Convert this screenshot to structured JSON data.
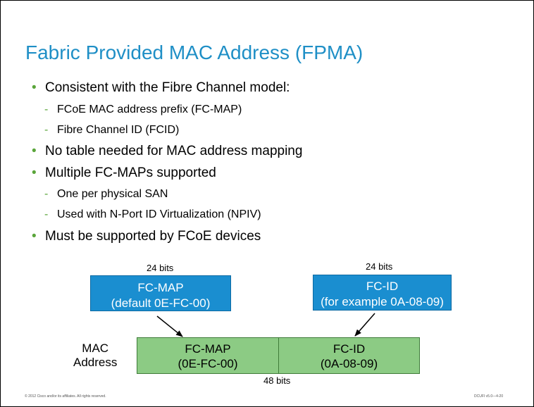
{
  "title": "Fabric Provided MAC Address (FPMA)",
  "bullets": [
    {
      "text": "Consistent with the Fibre Channel model:",
      "subs": [
        "FCoE MAC address prefix (FC-MAP)",
        "Fibre Channel ID (FCID)"
      ]
    },
    {
      "text": "No table needed for MAC address mapping",
      "subs": []
    },
    {
      "text": "Multiple FC-MAPs supported",
      "subs": [
        "One per physical SAN",
        "Used with N-Port ID Virtualization (NPIV)"
      ]
    },
    {
      "text": "Must be supported by FCoE devices",
      "subs": []
    }
  ],
  "bullet_marker": "•",
  "sub_marker": "-",
  "diagram": {
    "fcmap_bits": "24 bits",
    "fcid_bits": "24 bits",
    "fcmap_box": {
      "line1": "FC-MAP",
      "line2": "(default 0E-FC-00)"
    },
    "fcid_box": {
      "line1": "FC-ID",
      "line2": "(for example 0A-08-09)"
    },
    "mac_label": {
      "line1": "MAC",
      "line2": "Address"
    },
    "mac_left": {
      "line1": "FC-MAP",
      "line2": "(0E-FC-00)"
    },
    "mac_right": {
      "line1": "FC-ID",
      "line2": "(0A-08-09)"
    },
    "total_bits": "48 bits"
  },
  "footer": {
    "copyright": "© 2012 Cisco and/or its affiliates. All rights reserved.",
    "code": "DCUFI v5.0—4-20"
  },
  "colors": {
    "title": "#1f8fc6",
    "bullet": "#5aa53a",
    "blue_box": "#1a8ed0",
    "green_box": "#8ccb84"
  }
}
